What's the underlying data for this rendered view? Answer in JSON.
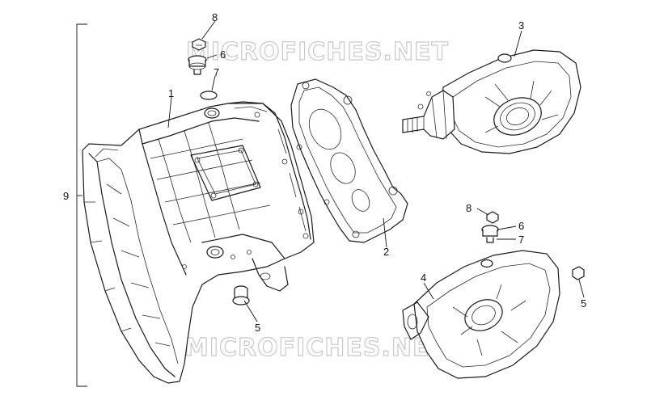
{
  "watermark_top": "MICROFICHES.NET",
  "watermark_bottom": "MICROFICHES.NET",
  "callouts": {
    "c1": "1",
    "c2": "2",
    "c3": "3",
    "c4": "4",
    "c5a": "5",
    "c5b": "5",
    "c6a": "6",
    "c6b": "6",
    "c7a": "7",
    "c7b": "7",
    "c8a": "8",
    "c8b": "8",
    "c9": "9"
  }
}
